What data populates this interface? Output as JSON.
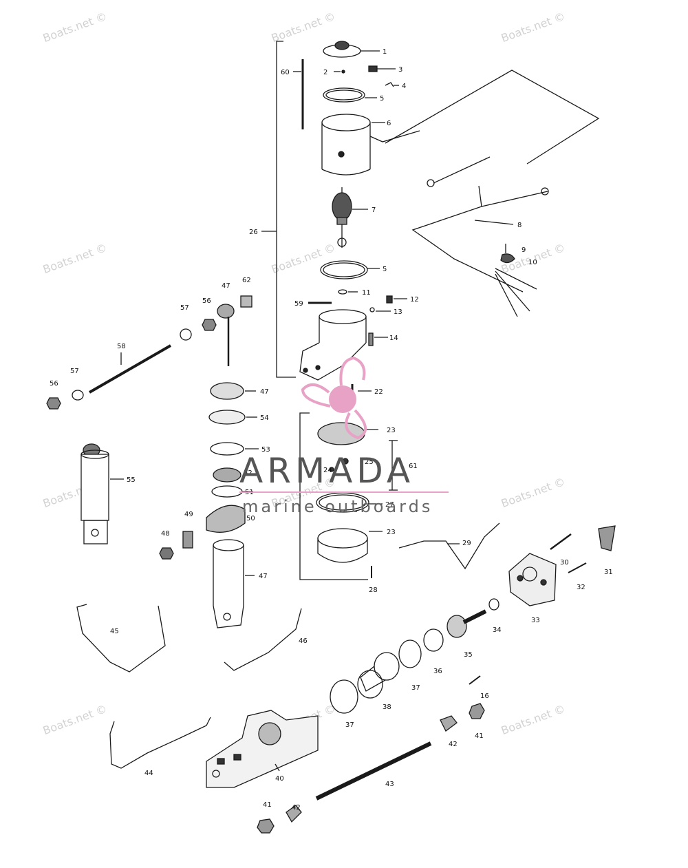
{
  "watermark_text": "Boats.net ©",
  "brand": {
    "title": "ARMADA",
    "subtitle": "marine outboards",
    "logo_color": "#e8a2c6"
  },
  "callouts": [
    "1",
    "2",
    "3",
    "4",
    "5",
    "6",
    "60",
    "7",
    "26",
    "8",
    "9",
    "10",
    "5",
    "11",
    "12",
    "59",
    "13",
    "14",
    "22",
    "47",
    "62",
    "57",
    "56",
    "58",
    "57",
    "56",
    "47",
    "54",
    "53",
    "52",
    "51",
    "50",
    "55",
    "49",
    "48",
    "47",
    "23",
    "25",
    "24",
    "61",
    "27",
    "23",
    "28",
    "29",
    "30",
    "31",
    "32",
    "33",
    "34",
    "35",
    "36",
    "37",
    "38",
    "37",
    "16",
    "41",
    "42",
    "45",
    "46",
    "44",
    "40",
    "43",
    "42",
    "41"
  ]
}
